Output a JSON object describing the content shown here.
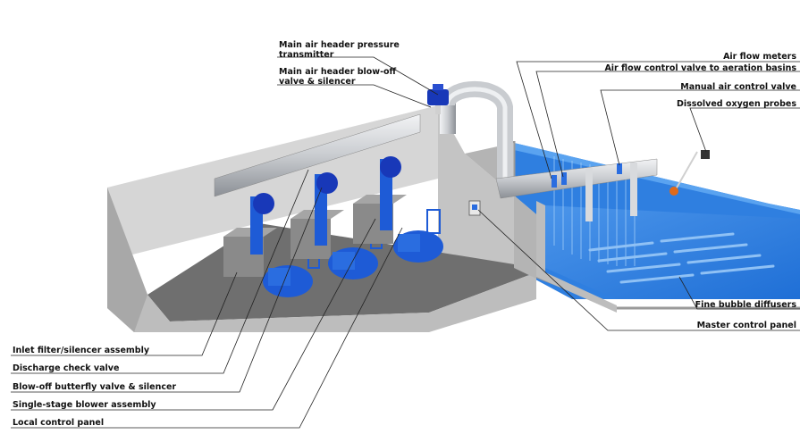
{
  "labels": {
    "main_air_header_pressure_transmitter": "Main air header pressure\ntransmitter",
    "main_air_header_blowoff": "Main air header blow-off\nvalve & silencer",
    "air_flow_meters": "Air flow meters",
    "air_flow_control_valve": "Air flow control valve to aeration basins",
    "manual_air_control_valve": "Manual air control valve",
    "dissolved_oxygen_probes": "Dissolved oxygen probes",
    "fine_bubble_diffusers": "Fine bubble diffusers",
    "master_control_panel": "Master control panel",
    "inlet_filter_silencer": "Inlet filter/silencer assembly",
    "discharge_check_valve": "Discharge check valve",
    "blowoff_butterfly_valve": "Blow-off butterfly valve & silencer",
    "single_stage_blower": "Single-stage blower assembly",
    "local_control_panel": "Local control panel"
  },
  "colors": {
    "concrete_light": "#d6d6d6",
    "concrete_mid": "#bdbdbd",
    "concrete_dark": "#9a9a9a",
    "floor": "#6f6f6f",
    "pipe": "#c9ccd0",
    "blower_blue": "#1e5bd6",
    "motor_blue": "#1838b8",
    "water": "#2f7fe0",
    "water_light": "#5aa3f0",
    "diffuser": "#8fc1f5",
    "probe": "#e06a1a",
    "leader_line": "#222222"
  },
  "icons": [
    "blower-icon",
    "motor-icon",
    "valve-icon",
    "probe-icon",
    "control-panel-icon"
  ]
}
